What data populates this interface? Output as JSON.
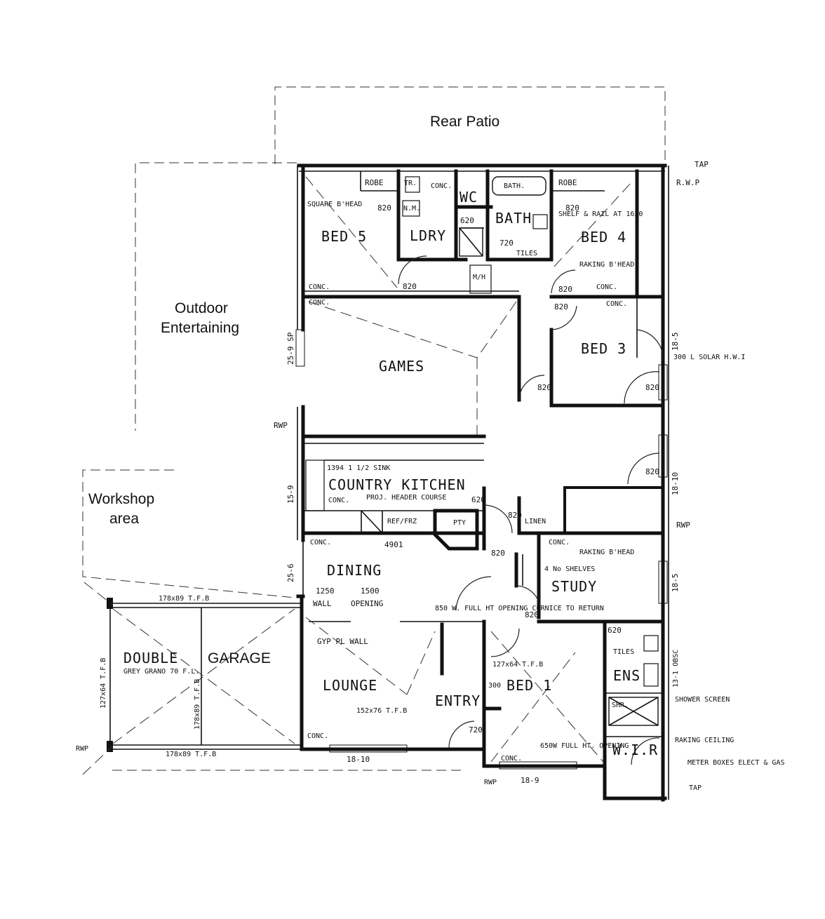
{
  "areas": {
    "rear_patio": "Rear Patio",
    "outdoor_entertaining_1": "Outdoor",
    "outdoor_entertaining_2": "Entertaining",
    "workshop_1": "Workshop",
    "workshop_2": "area",
    "garage": "GARAGE"
  },
  "rooms": {
    "bed5": "BED 5",
    "ldry": "LDRY",
    "wc": "WC",
    "bath": "BATH",
    "bed4": "BED 4",
    "games": "GAMES",
    "bed3": "BED 3",
    "country_kitchen": "COUNTRY KITCHEN",
    "dining": "DINING",
    "study": "STUDY",
    "lounge": "LOUNGE",
    "entry": "ENTRY",
    "bed1": "BED 1",
    "ens": "ENS",
    "wir": "W.I.R.",
    "double": "DOUBLE"
  },
  "notes": {
    "robe_left": "ROBE",
    "robe_right": "ROBE",
    "tr": "TR.",
    "conc_top": "CONC.",
    "bath_tub": "BATH.",
    "square_bhead": "SQUARE B'HEAD",
    "nm": "N.M.",
    "shelf_rail": "SHELF & RAIL AT 1650",
    "raking_bhead_top": "RAKING B'HEAD",
    "tiles_bath": "TILES",
    "mh": "M/H",
    "d820_1": "820",
    "d820_2": "820",
    "d820_3": "820",
    "d820_4": "820",
    "d820_5": "820",
    "d820_6": "820",
    "d820_7": "820",
    "d820_8": "820",
    "d820_9": "820",
    "d820_10": "820",
    "d820_11": "820",
    "d620_1": "620",
    "d620_2": "620",
    "d620_3": "620",
    "d720_1": "720",
    "d720_2": "720",
    "conc_bed5": "CONC.",
    "conc_games": "CONC.",
    "conc_bed4": "CONC.",
    "conc_bed3": "CONC.",
    "tap_top": "TAP",
    "rwp_top": "R.W.P",
    "solar": "300 L SOLAR H.W.I",
    "dim_18_5a": "18-5",
    "dim_25_9": "25-9 SP",
    "rwp_left": "RWP",
    "sink": "1394 1 1/2 SINK",
    "header_course": "PROJ. HEADER COURSE",
    "conc_kitchen": "CONC.",
    "dim_15_9": "15-9",
    "ref_frz": "REF/FRZ",
    "pty": "PTY",
    "linen": "LINEN",
    "dim_18_10": "18-10",
    "rwp_right": "RWP",
    "conc_dining": "CONC.",
    "dim_4901": "4901",
    "dim_25_6": "25-6",
    "dim_1250": "1250",
    "dim_1500": "1500",
    "wall_word": "WALL",
    "opening": "OPENING",
    "ht_opening": "850 W. FULL HT OPENING CORNICE TO RETURN",
    "conc_study": "CONC.",
    "raking_bhead_study": "RAKING B'HEAD",
    "shelves": "4 No SHELVES",
    "dim_18_5b": "18-5",
    "pl_wall": "GYP PL WALL",
    "tfb_bed1": "127x64 T.F.B",
    "tfb_lounge": "152x76 T.F.B",
    "tiles_ens": "TILES",
    "dim_13_1": "13-1 OBSC",
    "shr": "SHR.",
    "shower_screen": "SHOWER SCREEN",
    "raking_ceiling": "RAKING CEILING",
    "meter_boxes": "METER BOXES ELECT & GAS",
    "tap_bottom": "TAP",
    "full_ht_opening": "650W FULL HT. OPENING",
    "conc_bed1": "CONC.",
    "rwp_bottom": "RWP",
    "dim_18_9": "18-9",
    "conc_lounge": "CONC.",
    "dim_18_10b": "18-10",
    "tfb_garage_top": "178x89 T.F.B",
    "tfb_garage_bottom": "178x89 T.F.B",
    "tfb_garage_left": "127x64 T.F.B",
    "tfb_garage_mid": "178x89 T.F.B",
    "grey_grano": "GREY GRANO 70 F.L.",
    "rwp_garage": "RWP",
    "d300": "300"
  }
}
